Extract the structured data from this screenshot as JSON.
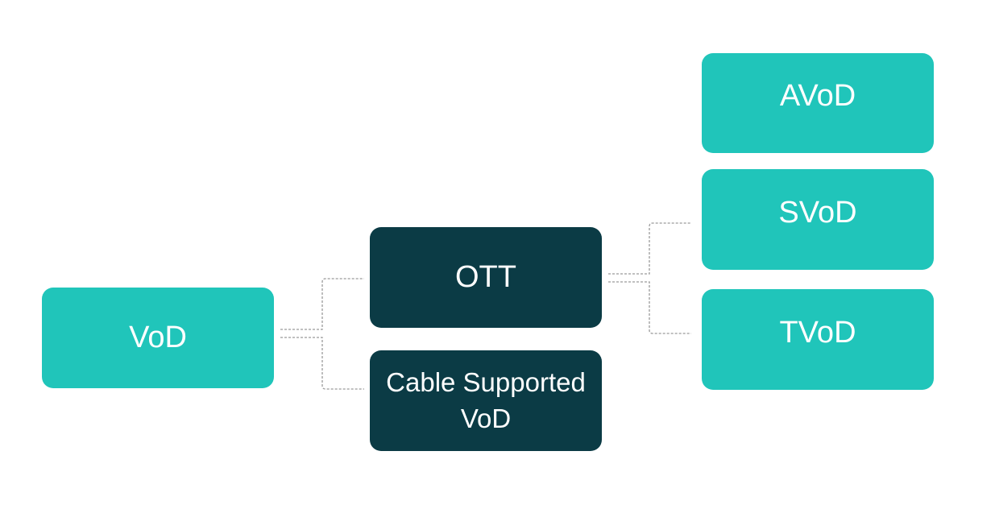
{
  "diagram": {
    "type": "hierarchy",
    "colors": {
      "primary": "#20c5ba",
      "secondary": "#0b3b45",
      "text": "#ffffff",
      "connector": "#9a9a9a"
    },
    "nodes": {
      "vod": {
        "label": "VoD"
      },
      "ott": {
        "label": "OTT"
      },
      "cable": {
        "label": "Cable Supported\nVoD"
      },
      "avod": {
        "label": "AVoD"
      },
      "svod": {
        "label": "SVoD"
      },
      "tvod": {
        "label": "TVoD"
      }
    },
    "edges": [
      {
        "from": "VoD",
        "to": "OTT"
      },
      {
        "from": "VoD",
        "to": "Cable Supported VoD"
      },
      {
        "from": "OTT",
        "to": "SVoD"
      },
      {
        "from": "OTT",
        "to": "TVoD"
      }
    ]
  }
}
